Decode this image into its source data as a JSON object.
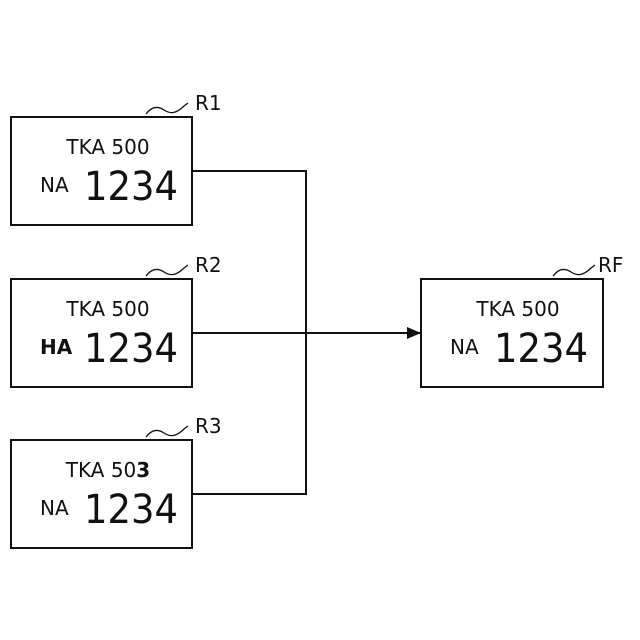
{
  "colors": {
    "line": "#111111",
    "background": "#ffffff"
  },
  "plates": [
    {
      "ref": "R1",
      "top_main": "TKA 50",
      "top_last": "0",
      "top_last_bold": false,
      "prefix": "NA",
      "prefix_bold": false,
      "number": "1234"
    },
    {
      "ref": "R2",
      "top_main": "TKA 50",
      "top_last": "0",
      "top_last_bold": false,
      "prefix": "HA",
      "prefix_bold": true,
      "number": "1234"
    },
    {
      "ref": "R3",
      "top_main": "TKA 50",
      "top_last": "3",
      "top_last_bold": true,
      "prefix": "NA",
      "prefix_bold": false,
      "number": "1234"
    }
  ],
  "result": {
    "ref": "RF",
    "top_main": "TKA 50",
    "top_last": "0",
    "top_last_bold": false,
    "prefix": "NA",
    "prefix_bold": false,
    "number": "1234"
  }
}
